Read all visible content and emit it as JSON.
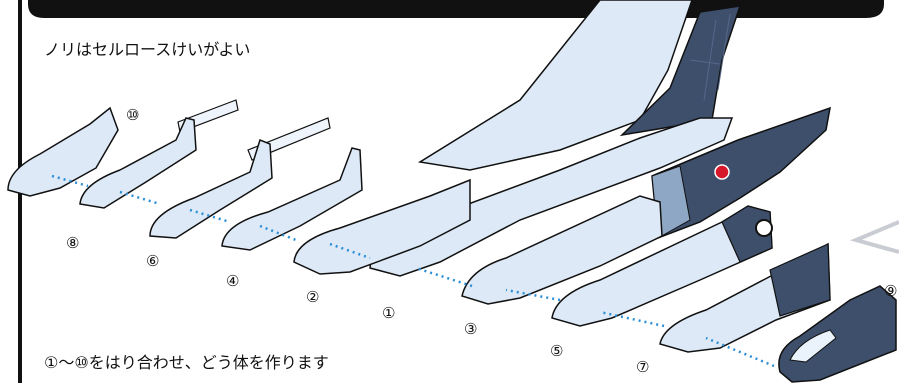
{
  "instructions": {
    "glue_note": "ノリはセルロースけいがよい",
    "assembly_note": "①～⑩をはり合わせ、どう体を作ります"
  },
  "part_labels": [
    "①",
    "②",
    "③",
    "④",
    "⑤",
    "⑥",
    "⑦",
    "⑧",
    "⑨",
    "⑩"
  ],
  "colors": {
    "fuselage_light": "#dde9f6",
    "fuselage_shadow": "#c2d4e8",
    "camo_dark": "#3d4f6b",
    "camo_panel": "#56688a",
    "outline": "#111111",
    "arrow_dots": "#2a8fd6",
    "hinomaru": "#d7172a"
  }
}
